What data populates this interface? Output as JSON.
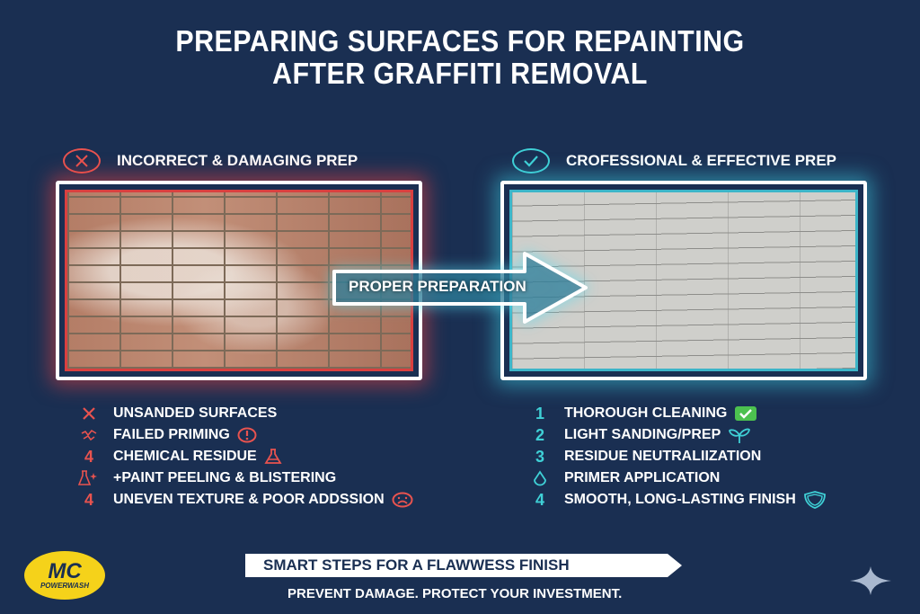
{
  "header": {
    "title_line1": "PREPARING SURFACES FOR REPAINTING",
    "title_line2": "AFTER GRAFFITI REMOVAL"
  },
  "colors": {
    "background": "#1a2f52",
    "incorrect_accent": "#e8534f",
    "correct_accent": "#3fd0d6",
    "logo_yellow": "#f5d21a",
    "check_green": "#4cc14f"
  },
  "left_panel": {
    "icon": "x-circle-icon",
    "heading": "INCORRECT & DAMAGING PREP",
    "image_description": "red brick wall with faded white graffiti residue",
    "items": [
      {
        "marker": "✕",
        "marker_icon": "x-icon",
        "text": "UNSANDED SURFACES",
        "trail_icon": ""
      },
      {
        "marker": "⁂",
        "marker_icon": "cracked-icon",
        "text": "FAILED PRIMING",
        "trail_icon": "alert-circle-icon"
      },
      {
        "marker": "4",
        "marker_icon": "",
        "text": "CHEMICAL RESIDUE",
        "trail_icon": "flask-icon"
      },
      {
        "marker": "⚗",
        "marker_icon": "flask-sparkle-icon",
        "text": "+PAINT PEELING & BLISTERING",
        "trail_icon": ""
      },
      {
        "marker": "4",
        "marker_icon": "",
        "text": "UNEVEN TEXTURE & POOR ADDSSION",
        "trail_icon": "sad-face-icon"
      }
    ]
  },
  "center_arrow": {
    "label": "PROPER PREPARATION",
    "icon": "arrow-right-icon"
  },
  "right_panel": {
    "icon": "check-circle-icon",
    "heading": "CROFESSIONAL & EFFECTIVE PREP",
    "image_description": "brick wall painted smooth light grey",
    "items": [
      {
        "marker": "1",
        "marker_icon": "",
        "text": "THOROUGH CLEANING",
        "trail_icon": "check-box-icon"
      },
      {
        "marker": "2",
        "marker_icon": "",
        "text": "LIGHT SANDING/PREP",
        "trail_icon": "leaf-icon"
      },
      {
        "marker": "3",
        "marker_icon": "",
        "text": "RESIDUE NEUTRALIIZATION",
        "trail_icon": ""
      },
      {
        "marker": "◊",
        "marker_icon": "drop-icon",
        "text": "PRIMER APPLICATION",
        "trail_icon": ""
      },
      {
        "marker": "4",
        "marker_icon": "",
        "text": "SMOOTH, LONG-LASTING FINISH",
        "trail_icon": "shield-icon"
      }
    ]
  },
  "footer": {
    "banner": "SMART STEPS FOR A FLAWWESS FINISH",
    "tagline": "PREVENT DAMAGE. PROTECT YOUR INVESTMENT.",
    "logo_main": "MC",
    "logo_sub": "POWERWASH",
    "corner_icon": "sparkle-icon"
  }
}
